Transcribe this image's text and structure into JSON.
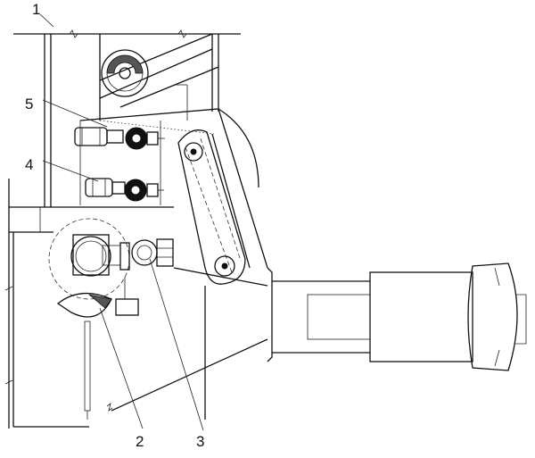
{
  "labels": {
    "part_1": "1",
    "part_2": "2",
    "part_3": "3",
    "part_4": "4",
    "part_5": "5"
  },
  "colors": {
    "line": "#111111",
    "background": "#ffffff"
  }
}
